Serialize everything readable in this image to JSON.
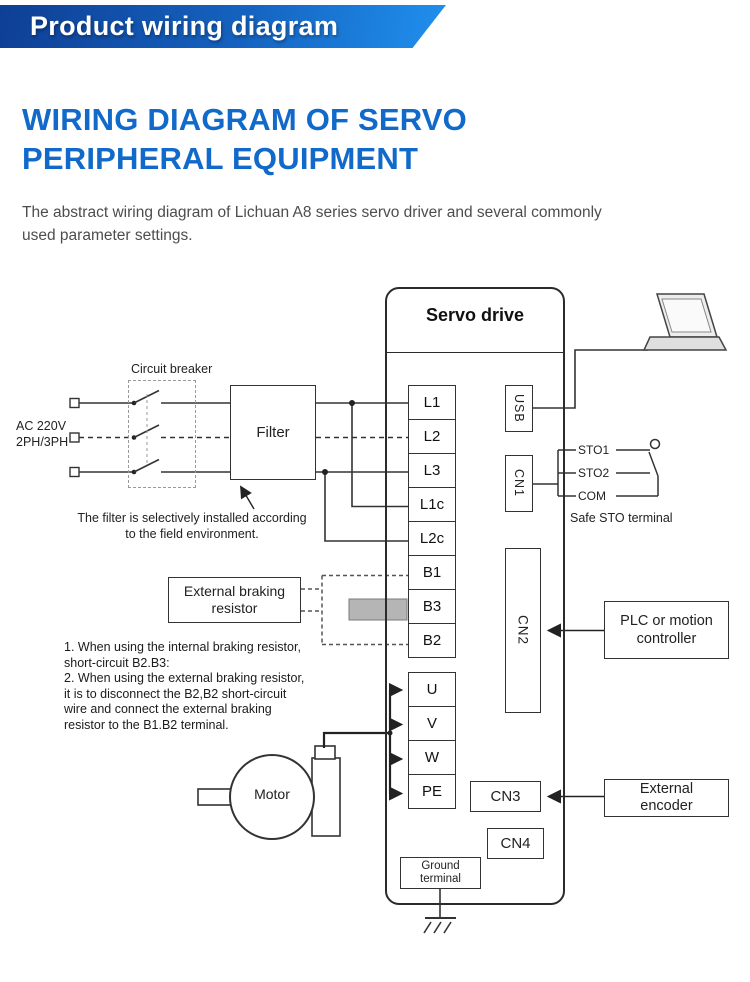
{
  "banner": {
    "title": "Product wiring diagram"
  },
  "heading": {
    "line1": "WIRING DIAGRAM OF SERVO",
    "line2": "PERIPHERAL EQUIPMENT"
  },
  "intro": {
    "line1": "The abstract wiring diagram of Lichuan A8 series servo driver and several commonly",
    "line2": "used parameter settings."
  },
  "colors": {
    "banner_gradient_start": "#0e3f95",
    "banner_gradient_end": "#2090ee",
    "heading_blue": "#1169c9",
    "wire": "#333333"
  },
  "servo": {
    "title": "Servo drive"
  },
  "terminals": {
    "power": [
      "L1",
      "L2",
      "L3",
      "L1c",
      "L2c",
      "B1",
      "B3",
      "B2"
    ],
    "motor": [
      "U",
      "V",
      "W",
      "PE"
    ]
  },
  "connectors": {
    "usb": "USB",
    "cn1": "CN1",
    "cn2": "CN2",
    "cn3": "CN3",
    "cn4": "CN4"
  },
  "left": {
    "ac_line1": "AC 220V",
    "ac_line2": "2PH/3PH",
    "circuit_breaker": "Circuit breaker",
    "filter": "Filter",
    "filter_note_line1": "The filter is selectively installed according",
    "filter_note_line2": "to the field environment.",
    "braking_line1": "External braking",
    "braking_line2": "resistor",
    "notes": [
      "1. When using the internal braking resistor,",
      "short-circuit B2.B3:",
      "2. When using the external braking resistor,",
      "it is to disconnect the B2,B2 short-circuit",
      "wire and connect the external braking",
      "resistor to the B1.B2 terminal."
    ],
    "motor": "Motor"
  },
  "right": {
    "sto1": "STO1",
    "sto2": "STO2",
    "com": "COM",
    "sto_caption": "Safe STO terminal",
    "plc_line1": "PLC or motion",
    "plc_line2": "controller",
    "encoder_line1": "External",
    "encoder_line2": "encoder",
    "ground_line1": "Ground",
    "ground_line2": "terminal"
  }
}
